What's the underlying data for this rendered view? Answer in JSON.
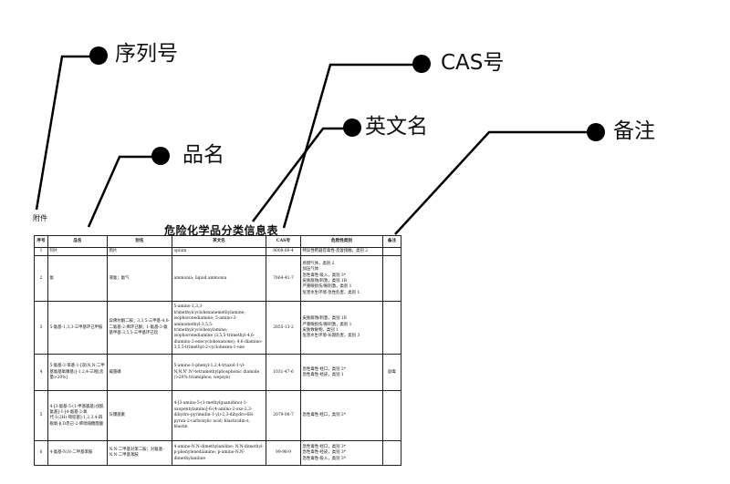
{
  "annotations": {
    "serial": "序列号",
    "product_name": "品名",
    "cas": "CAS号",
    "english_name": "英文名",
    "remarks": "备注"
  },
  "document": {
    "attachment_label": "附件",
    "title": "危险化学品分类信息表",
    "columns": [
      "序号",
      "品名",
      "别名",
      "英文名",
      "CAS号",
      "危险性类别",
      "备注"
    ],
    "rows": [
      {
        "no": "1",
        "name": "阿片",
        "alias": "鸦片",
        "english": "opium",
        "cas": "8008-60-4",
        "hazard": [
          "特异性靶器官毒性-反复接触，类别 2"
        ],
        "remark": ""
      },
      {
        "no": "2",
        "name": "氨",
        "alias": "液氨；氨气",
        "english": "ammonia; liquid ammonia",
        "cas": "7664-41-7",
        "hazard": [
          "易燃气体，类别 2",
          "加压气体",
          "急性毒性-吸入，类别 3*",
          "皮肤腐蚀/刺激，类别 1B",
          "严重眼损伤/眼刺激，类别 1",
          "危害水生环境-急性危害，类别 1"
        ],
        "remark": ""
      },
      {
        "no": "3",
        "name": "5-氨基-1,3,3-三甲基环己甲胺",
        "alias": "异佛尔酮二胺；3,3,5-三甲基-4,6-二氨基-2-烯环己酮；1-氨基-3-氨基甲基-3,5,5-三甲基环己烷",
        "english": "5-amino-1,3,3-trimethylcyclohexanemethylamine; isophoronediamine; 5-amino-3-aminomethyl-3,5,5-trimethylcyclohexylamine; isophoronediamine (3,5,5-trimethyl-4,6-diamino-2-enecyclohexanone); 4,6-diamino-3,5,5-trimethyl-2-cyclohexen-1-one",
        "cas": "2855-13-2",
        "hazard": [
          "皮肤腐蚀/刺激，类别 1B",
          "严重眼损伤/眼刺激，类别 1",
          "皮肤致敏物，类别 1",
          "危害水生环境-长期危害，类别 3"
        ],
        "remark": ""
      },
      {
        "no": "4",
        "name": "5-氨基-3-苯基-1-[双(N,N-二甲基氨基氧膦基)]-1,2,4-三唑[含量>20%]",
        "alias": "威菌磷",
        "english": "5-amino-3-phenyl-1,2,4-triazol-1-yl-N,N,N',N'-tetramethylphosphonic diamide (>20% triamiphos; wepsyn)",
        "cas": "1031-47-6",
        "hazard": [
          "急性毒性-经口，类别 2*",
          "急性毒性-经皮，类别 1"
        ],
        "remark": "剧毒"
      },
      {
        "no": "5",
        "name": "4-[3-氨基-5-(1-甲基胍基)戊酰氨基]-1-[4-氨基-2-氧代-1(2H)-嘧啶基]-1,2,3,4-四脱氧-β,D赤己-2-烯吡喃糖醛酸",
        "alias": "灰爆菌素",
        "english": "4-[3-amino-5-(1-methylguanidino)-1-oxopentylamino]-6-(4-amino-2-oxo-2,3-dihydro-pyrimidin-1-yl)-2,3-dihydro-6H-pyran-2-carboxylic acid; blasticidin-s; blastin",
        "cas": "2079-00-7",
        "hazard": [
          "急性毒性-经口，类别 2*"
        ],
        "remark": ""
      },
      {
        "no": "6",
        "name": "4-氨基-N,N-二甲基苯胺",
        "alias": "N,N-二甲基对苯二胺；对氨基-N,N-二甲基苯胺",
        "english": "4-amino-N,N-dimethylaniline; N,N-dimethyl-p-phenylenediamine; p-amino-N,N-dimethylaniline",
        "cas": "99-98-9",
        "hazard": [
          "急性毒性-经口，类别 3*",
          "急性毒性-经皮，类别 3*",
          "急性毒性-吸入，类别 3*"
        ],
        "remark": ""
      }
    ]
  }
}
